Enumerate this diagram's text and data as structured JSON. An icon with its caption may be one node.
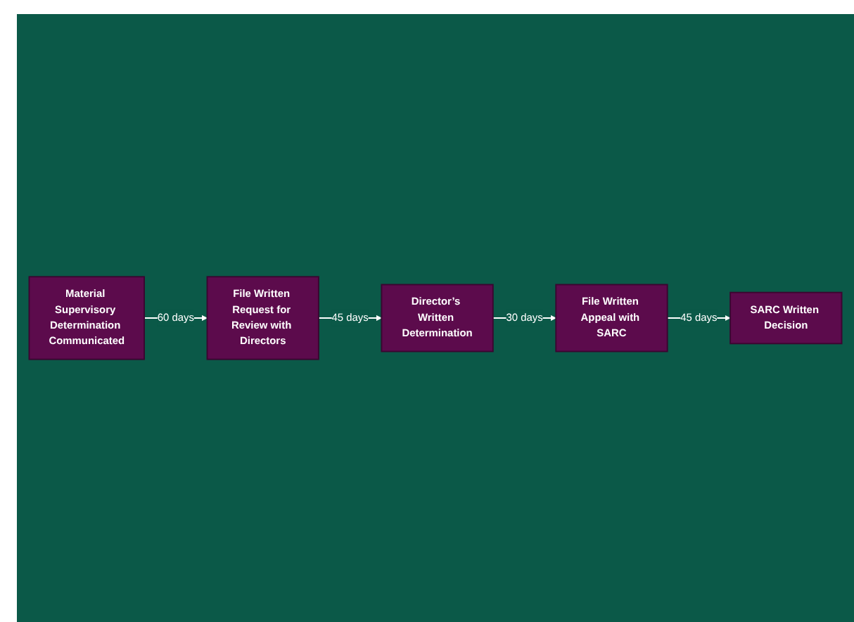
{
  "diagram": {
    "nodes": [
      {
        "text": [
          "Material Supervisory Determination Communicated"
        ]
      },
      {
        "text": [
          "File Written Request for Review with Directors"
        ]
      },
      {
        "text": [
          "Director’s Written Determination"
        ]
      },
      {
        "text": [
          "File Written Appeal with SARC"
        ]
      },
      {
        "text": [
          "SARC Written Decision"
        ]
      }
    ],
    "edges": [
      {
        "from": 0,
        "to": 1,
        "arrow": "to",
        "label": "60 days"
      },
      {
        "from": 1,
        "to": 2,
        "arrow": "to",
        "label": "45 days"
      },
      {
        "from": 2,
        "to": 3,
        "arrow": "to",
        "label": "30 days"
      },
      {
        "from": 3,
        "to": 4,
        "arrow": "to",
        "label": "45 days"
      }
    ]
  }
}
